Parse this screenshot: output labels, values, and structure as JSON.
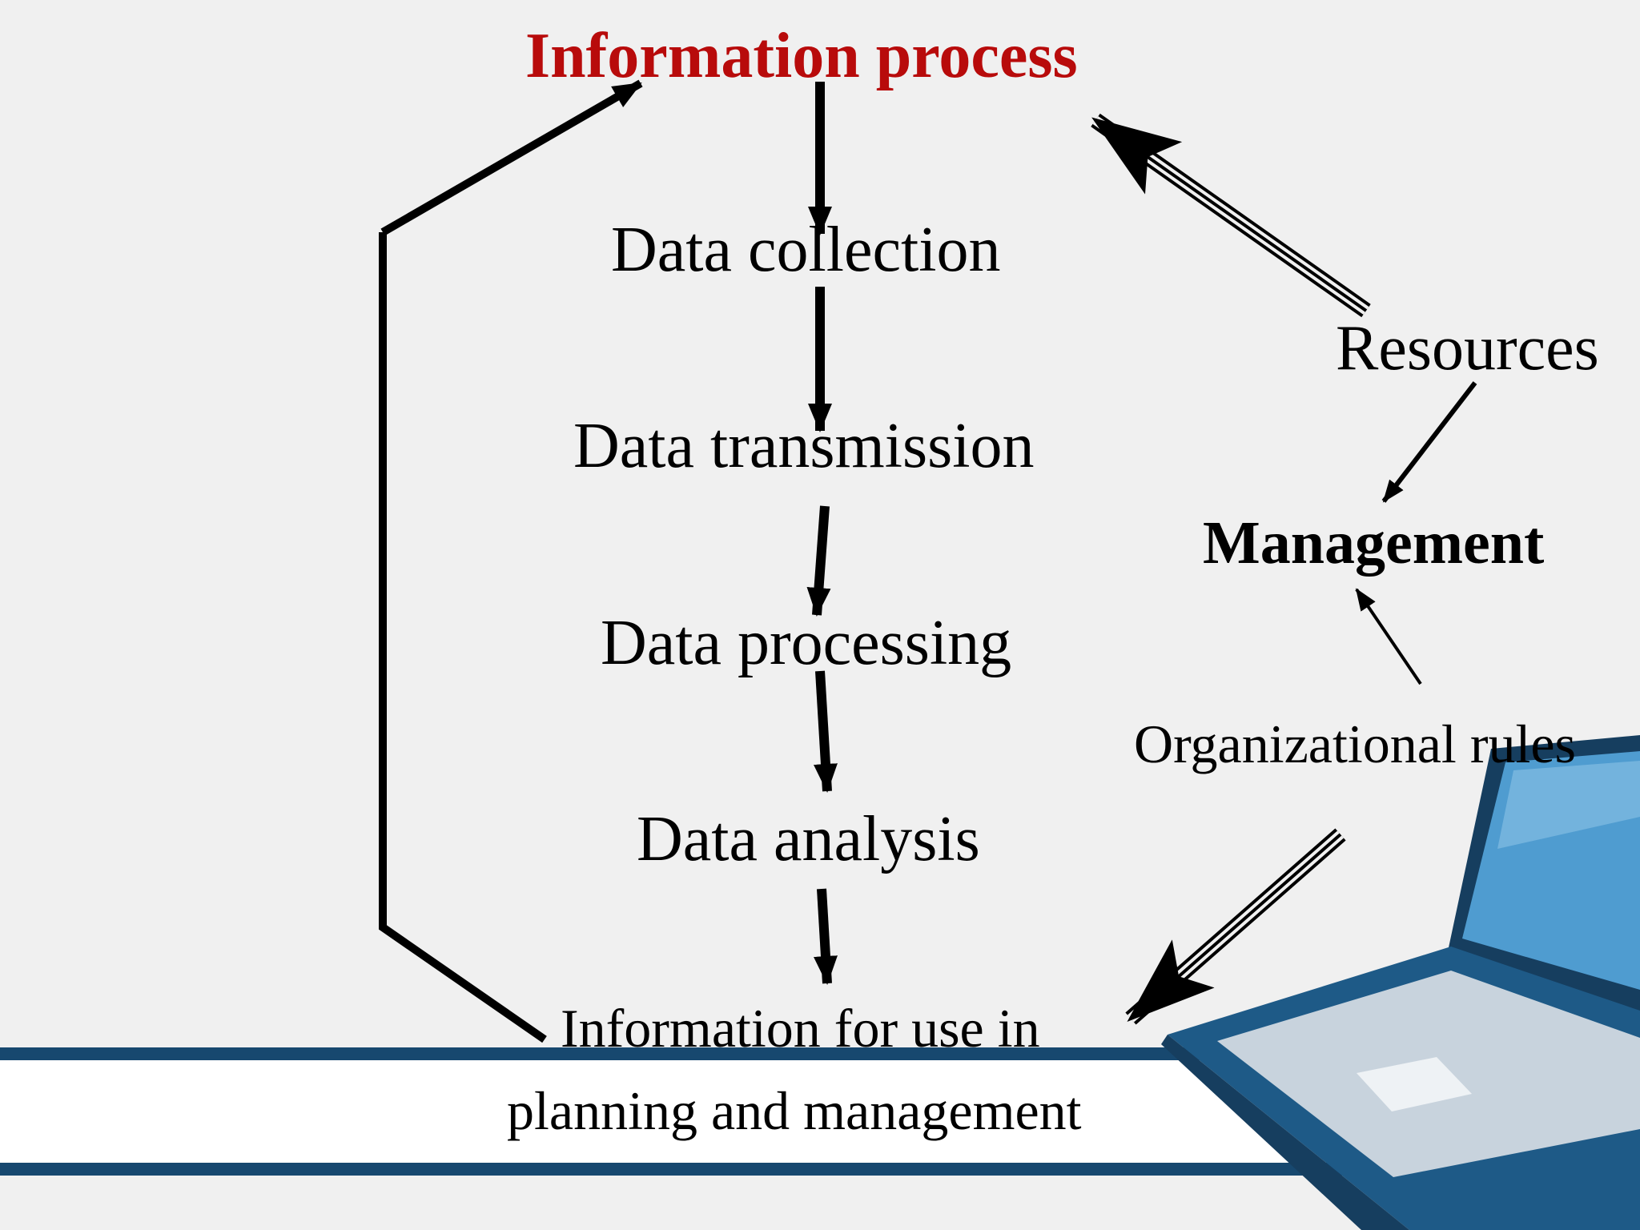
{
  "title": "Information process",
  "steps": [
    "Data collection",
    "Data transmission",
    "Data processing",
    "Data analysis"
  ],
  "output": {
    "line1": "Information for use in",
    "line2": "planning and management"
  },
  "side": {
    "resources": "Resources",
    "management": "Management",
    "rules": "Organizational rules"
  },
  "colors": {
    "title": "#b80b0b",
    "band_rule": "#17486f",
    "background": "#f0f0f0",
    "laptop_body": "#1e5a87",
    "laptop_screen": "#4f9cd0"
  },
  "decor": {
    "laptop": "laptop-illustration"
  }
}
